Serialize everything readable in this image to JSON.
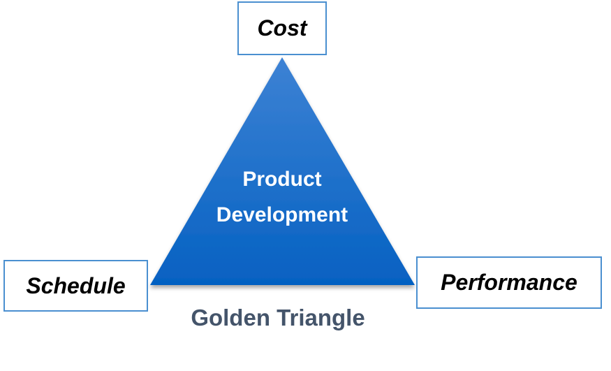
{
  "diagram": {
    "top_label": "Cost",
    "left_label": "Schedule",
    "right_label": "Performance",
    "center_line1": "Product",
    "center_line2": "Development",
    "caption": "Golden Triangle",
    "triangle_color_top": "#3d82d4",
    "triangle_color_bottom": "#0561c2",
    "caption_color": "#44546a"
  }
}
